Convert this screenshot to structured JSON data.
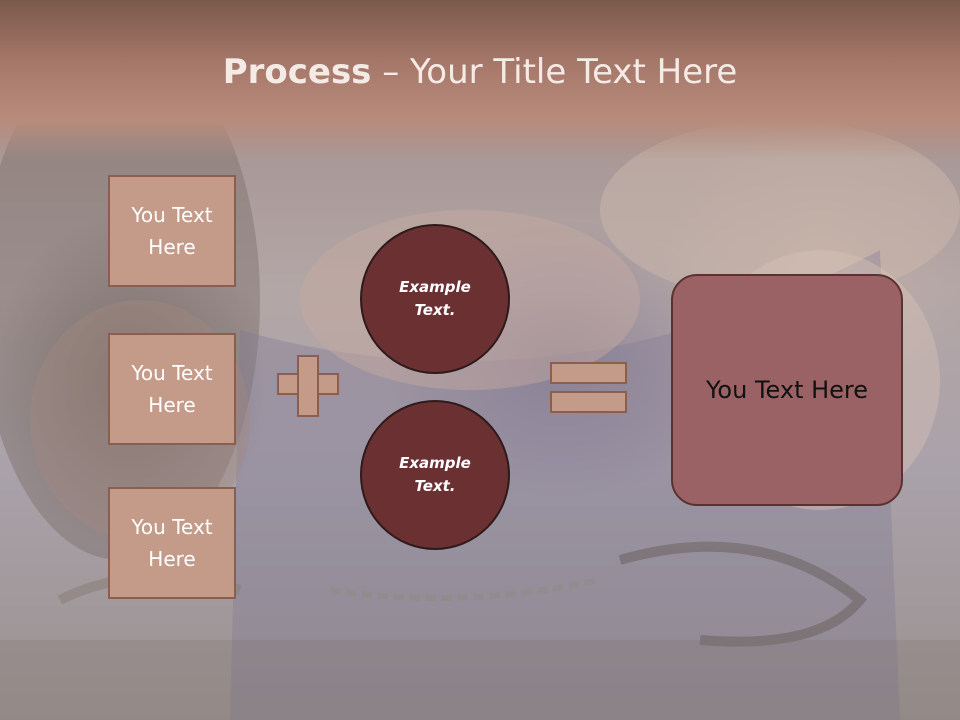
{
  "title": {
    "bold": "Process",
    "rest": " – Your Title Text Here"
  },
  "boxes": [
    {
      "label": "You Text Here"
    },
    {
      "label": "You Text Here"
    },
    {
      "label": "You Text Here"
    }
  ],
  "circles": [
    {
      "label": "Example Text."
    },
    {
      "label": "Example Text."
    }
  ],
  "result": {
    "label": "You Text Here"
  },
  "colors": {
    "header": "#a6786a",
    "box_fill": "#c49a88",
    "circle_fill": "#6a3032",
    "result_fill": "#9a6264"
  }
}
